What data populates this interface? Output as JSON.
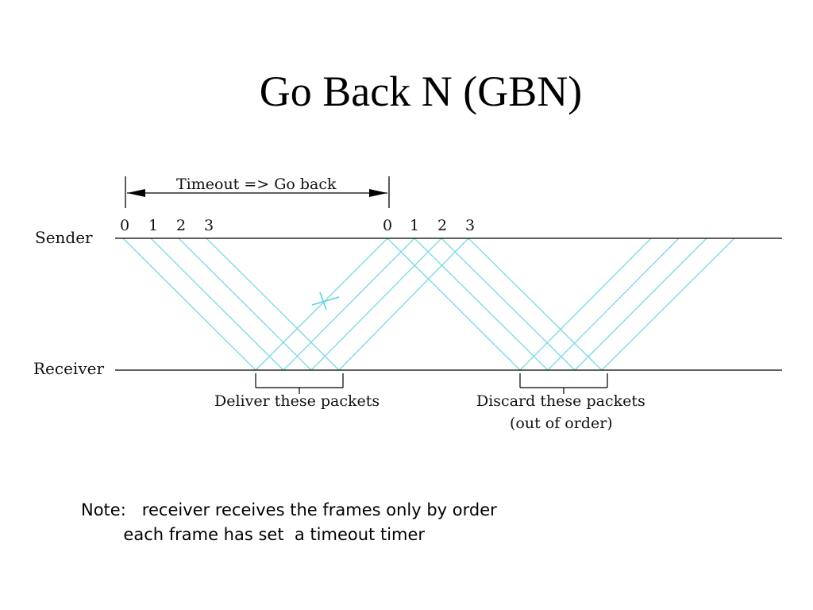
{
  "title": "Go Back N (GBN)",
  "diagram": {
    "timeout_label": "Timeout => Go back",
    "sender_label": "Sender",
    "receiver_label": "Receiver",
    "first_batch_numbers": [
      "0",
      "1",
      "2",
      "3"
    ],
    "second_batch_numbers": [
      "0",
      "1",
      "2",
      "3"
    ],
    "deliver_label": "Deliver these packets",
    "discard_label_line1": "Discard these packets",
    "discard_label_line2": "(out of order)",
    "packet_line_color": "#7fdbe6",
    "axis_color": "#000000"
  },
  "note": {
    "line1": "Note:   receiver receives the frames only by order",
    "line2": "        each frame has set  a timeout timer"
  }
}
